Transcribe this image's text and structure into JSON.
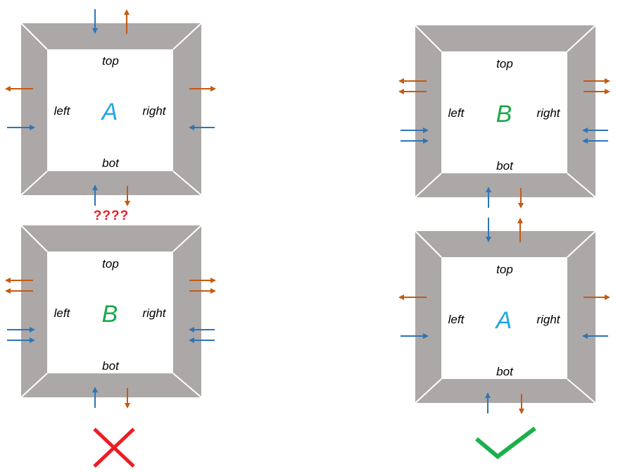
{
  "colors": {
    "frame": "#aca8a7",
    "inner": "#ffffff",
    "blue_arrow": "#2e75b6",
    "orange_arrow": "#c55a11",
    "letter_a": "#1fa6e8",
    "letter_b": "#1aa84b",
    "question": "#e8202a",
    "cross": "#ee1c25",
    "check": "#1ab04b"
  },
  "side_labels": {
    "top": "top",
    "bottom": "bot",
    "left": "left",
    "right": "right"
  },
  "panels": {
    "wrong_top": {
      "letter": "A"
    },
    "wrong_bottom": {
      "letter": "B"
    },
    "right_top": {
      "letter": "B"
    },
    "right_bottom": {
      "letter": "A"
    }
  },
  "question_marks": "????",
  "verdicts": {
    "left": "cross-icon",
    "right": "check-icon"
  }
}
